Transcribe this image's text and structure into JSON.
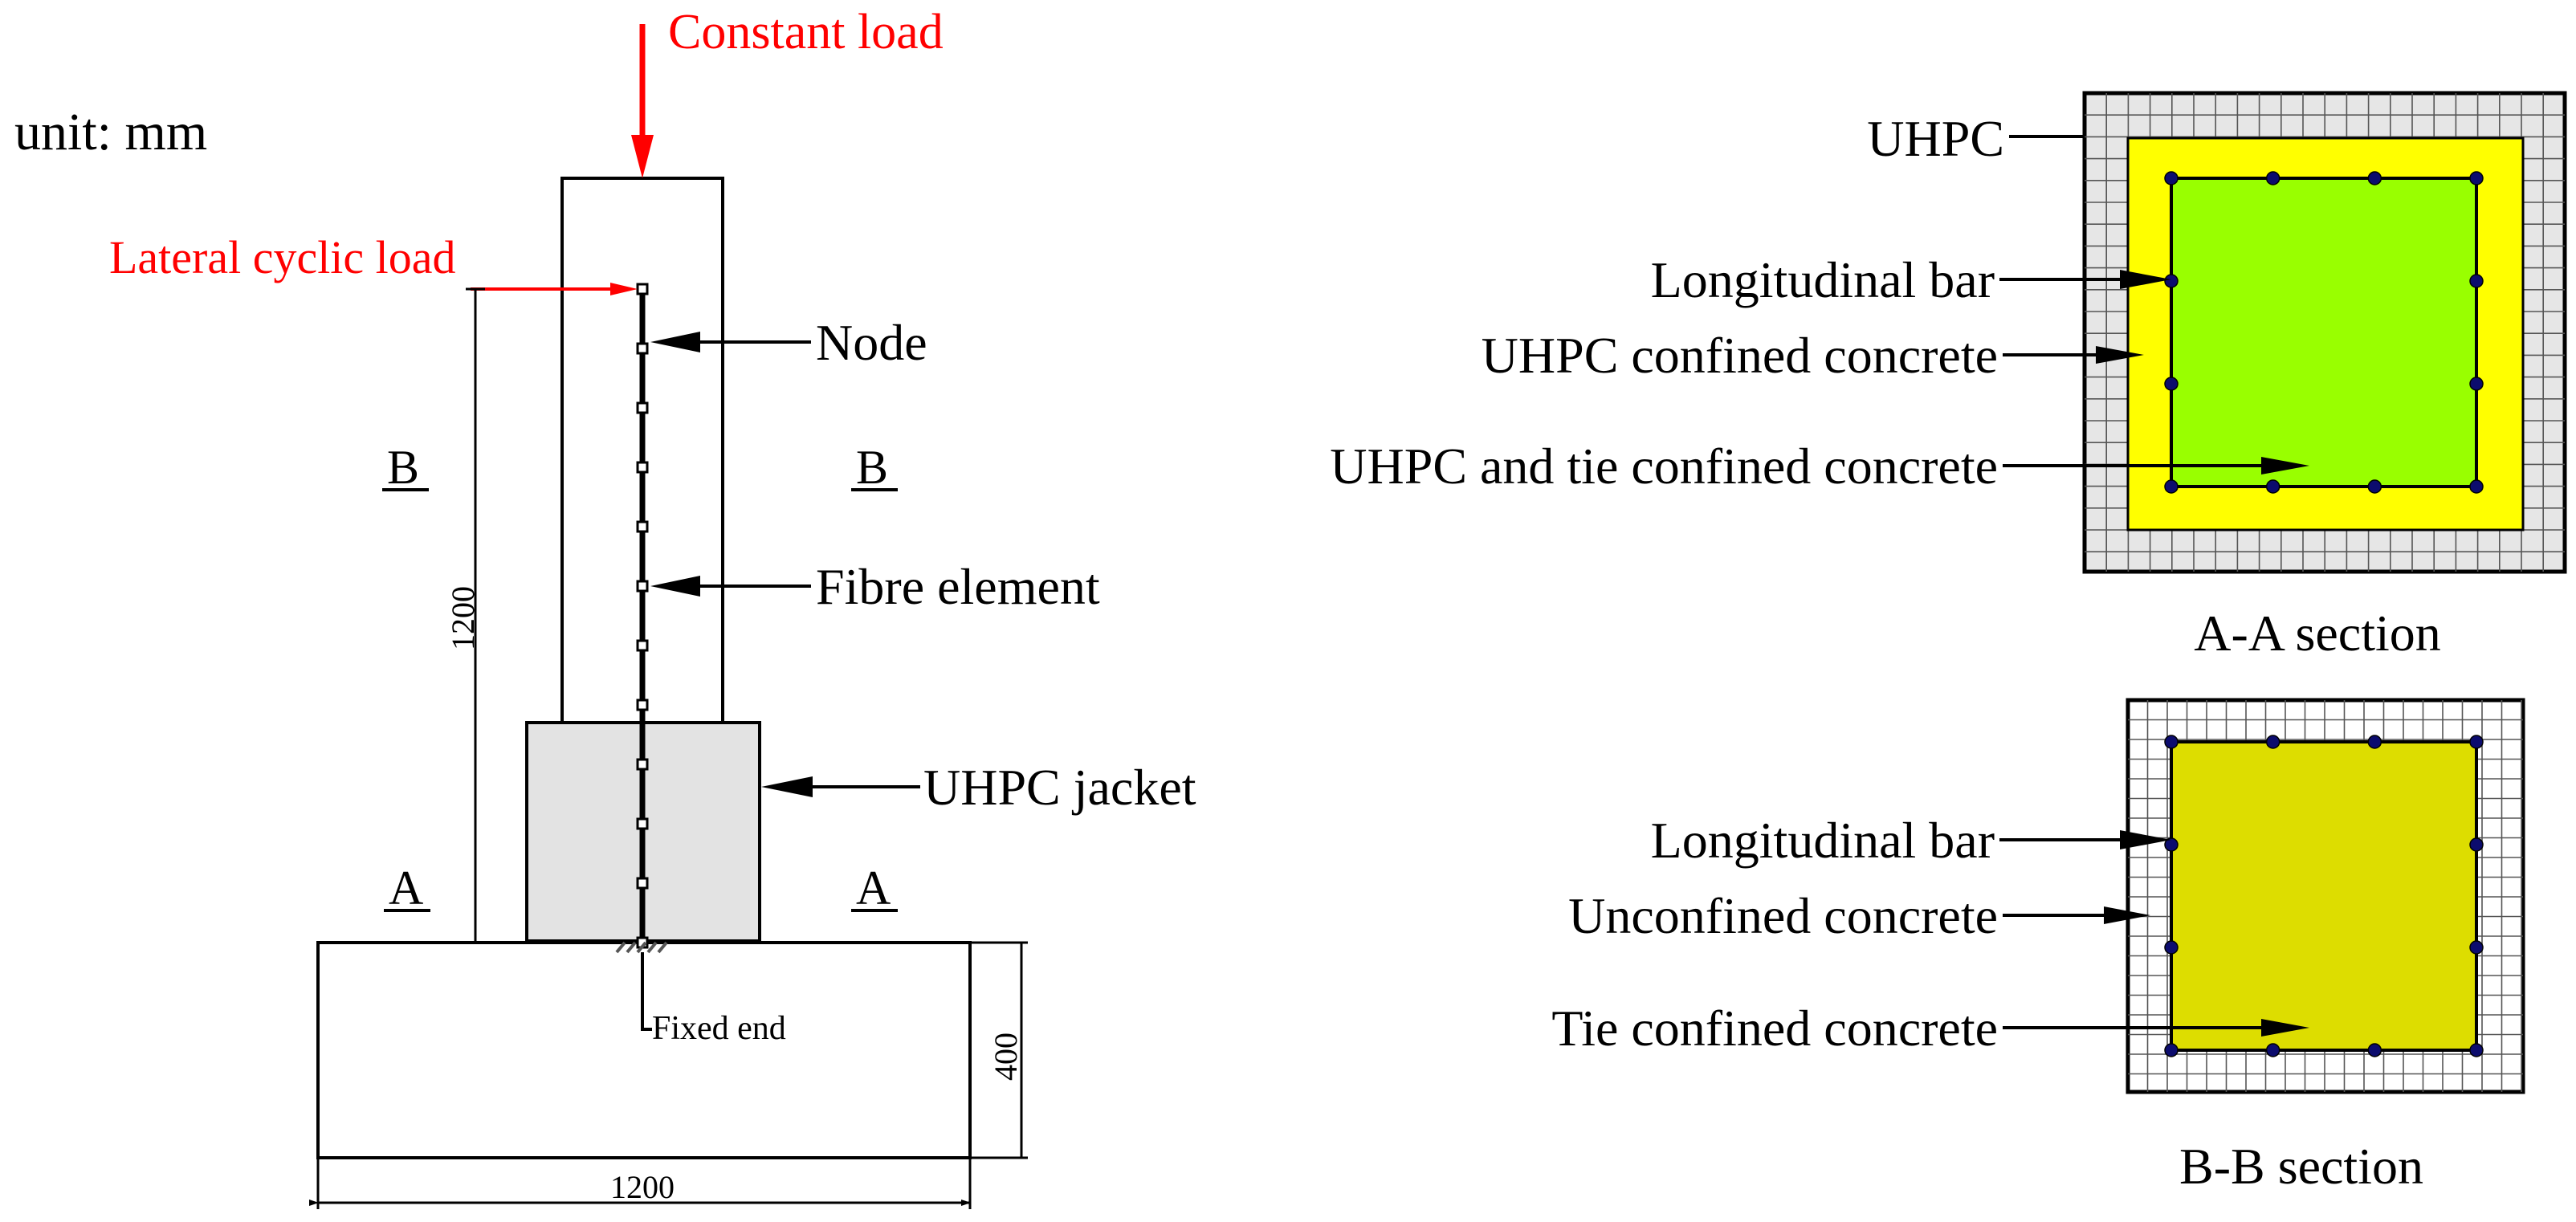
{
  "unit_label": "unit: mm",
  "loads": {
    "constant": "Constant load",
    "lateral": "Lateral cyclic load"
  },
  "elevation": {
    "node_label": "Node",
    "fibre_label": "Fibre element",
    "jacket_label": "UHPC jacket",
    "fixed_label": "Fixed end",
    "height_dim": "1200",
    "footing_height_dim": "400",
    "footing_width_dim": "1200",
    "cut_b": "B",
    "cut_a": "A",
    "node_count": 12
  },
  "section_aa": {
    "title": "A-A section",
    "uhpc_label": "UHPC",
    "bar_label": "Longitudinal bar",
    "uhpc_confined_label": "UHPC confined concrete",
    "tie_confined_label": "UHPC and tie confined concrete"
  },
  "section_bb": {
    "title": "B-B section",
    "bar_label": "Longitudinal bar",
    "unconfined_label": "Unconfined concrete",
    "tie_confined_label": "Tie confined concrete"
  },
  "colors": {
    "load": "#ff0000",
    "line": "#000000",
    "jacket_fill": "#e3e3e3",
    "uhpc_grid_fill": "#e6e6e6",
    "uhpc_confined_fill": "#ffff00",
    "core_aa_fill": "#99ff00",
    "core_bb_fill": "#dddd00",
    "bar_fill": "#0c0c6e",
    "grid_line": "#555555"
  }
}
